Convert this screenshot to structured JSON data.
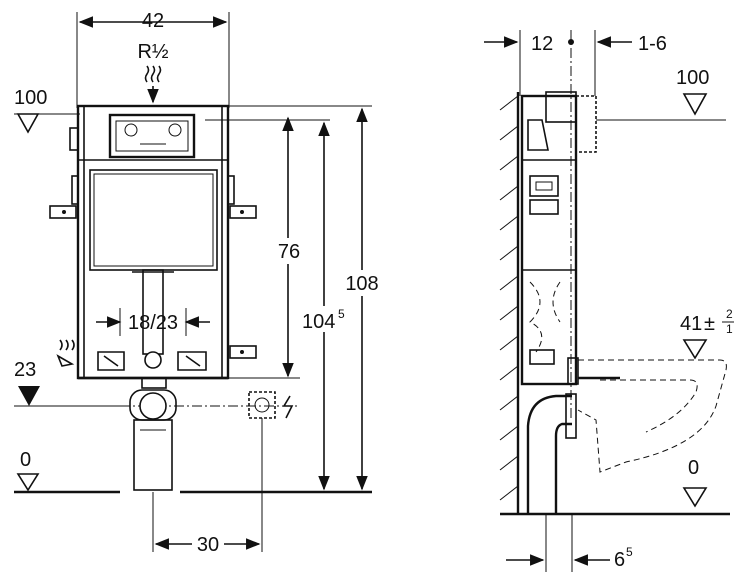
{
  "front_view": {
    "width_label": "42",
    "connection_label": "R½",
    "level_100_label": "100",
    "level_23_label": "23",
    "level_0_label": "0",
    "dim_76_label": "76",
    "dim_104_main": "104",
    "dim_104_sup": "5",
    "dim_108_label": "108",
    "dim_18_23_label": "18/23",
    "dim_30_label": "30"
  },
  "side_view": {
    "dim_12_label": "12",
    "dim_1_6_label": "1-6",
    "level_100_label": "100",
    "level_41_main": "41",
    "level_41_pm": "±",
    "level_41_upper": "2",
    "level_41_lower": "1",
    "level_0_label": "0",
    "dim_6_main": "6",
    "dim_6_sup": "5"
  },
  "icons": [
    "water-supply-icon",
    "drain-icon",
    "electrical-icon",
    "level-triangle-icon"
  ]
}
